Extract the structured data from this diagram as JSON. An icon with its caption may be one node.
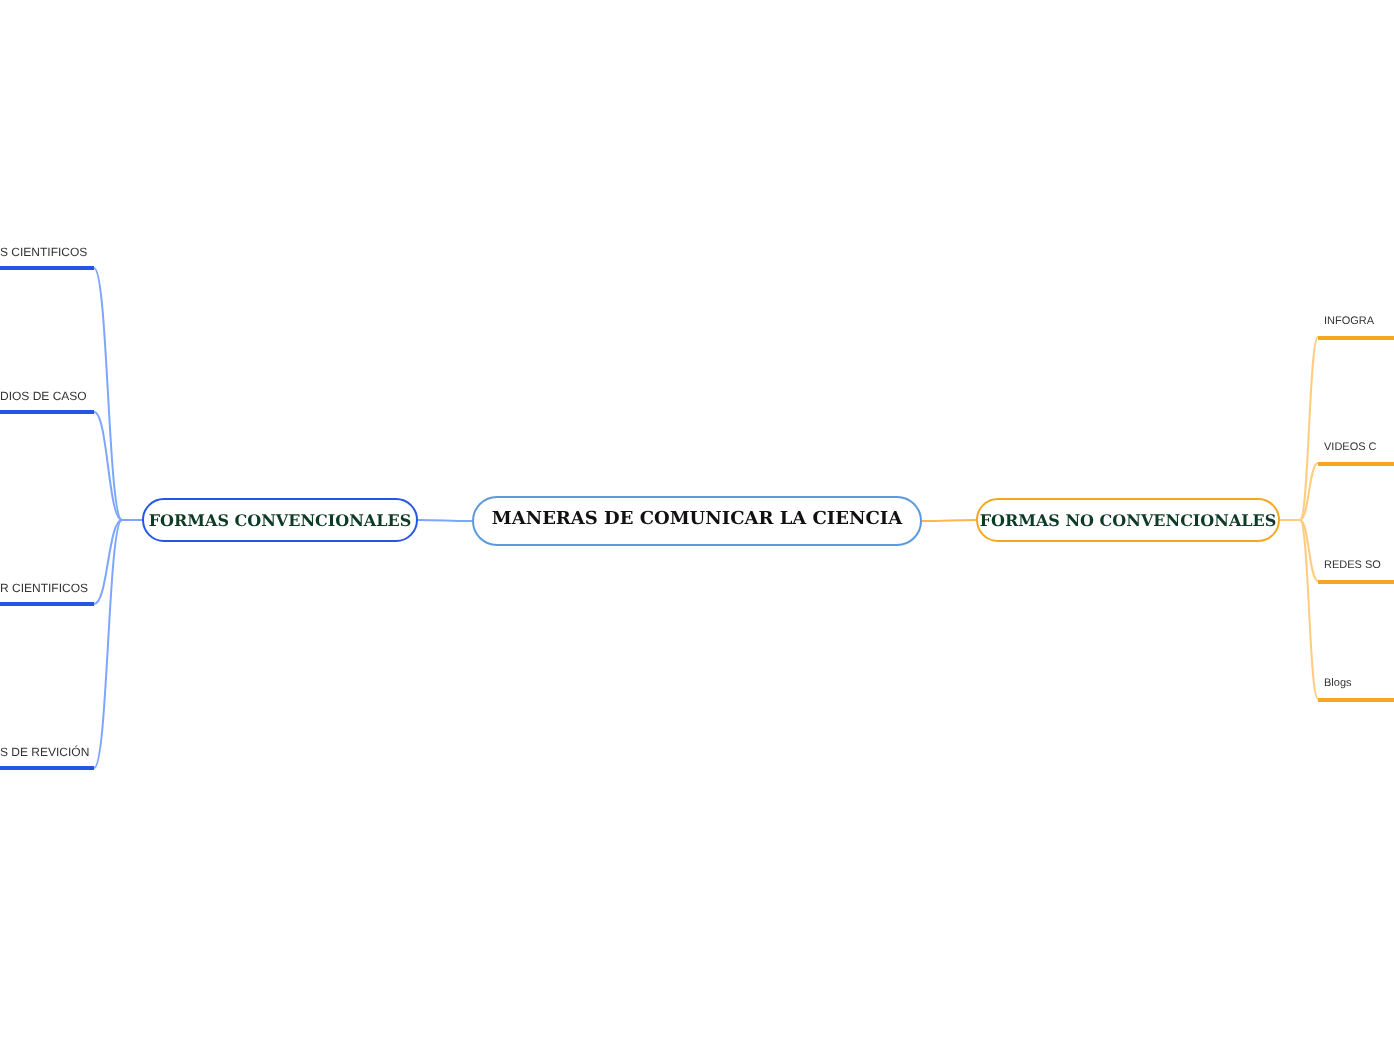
{
  "diagram": {
    "nodes": [
      {
        "text": [
          "MANERAS DE COMUNICAR LA CIENCIA"
        ]
      },
      {
        "text": [
          "FORMAS CONVENCIONALES"
        ]
      },
      {
        "text": [
          "S CIENTIFICOS"
        ]
      },
      {
        "text": [
          "DIOS DE CASO"
        ]
      },
      {
        "text": [
          "R CIENTIFICOS"
        ]
      },
      {
        "text": [
          "S DE REVICIÓN"
        ]
      },
      {
        "text": [
          "FORMAS NO CONVENCIONALES"
        ]
      },
      {
        "text": [
          "INFOGRA"
        ]
      },
      {
        "text": [
          "VIDEOS C"
        ]
      },
      {
        "text": [
          "REDES SO"
        ]
      },
      {
        "text": [
          "Blogs"
        ]
      }
    ],
    "edges": [
      {
        "from": 0,
        "to": 1,
        "arrow": "none",
        "color": "#7ea6ff"
      },
      {
        "from": 1,
        "to": 2,
        "arrow": "none",
        "color": "#7ea6ff"
      },
      {
        "from": 1,
        "to": 3,
        "arrow": "none",
        "color": "#7ea6ff"
      },
      {
        "from": 1,
        "to": 4,
        "arrow": "none",
        "color": "#7ea6ff"
      },
      {
        "from": 1,
        "to": 5,
        "arrow": "none",
        "color": "#7ea6ff"
      },
      {
        "from": 0,
        "to": 6,
        "arrow": "none",
        "color": "#ffb74d"
      },
      {
        "from": 6,
        "to": 7,
        "arrow": "none",
        "color": "#ffcc80"
      },
      {
        "from": 6,
        "to": 8,
        "arrow": "none",
        "color": "#ffcc80"
      },
      {
        "from": 6,
        "to": 9,
        "arrow": "none",
        "color": "#ffcc80"
      },
      {
        "from": 6,
        "to": 10,
        "arrow": "none",
        "color": "#ffcc80"
      }
    ]
  }
}
